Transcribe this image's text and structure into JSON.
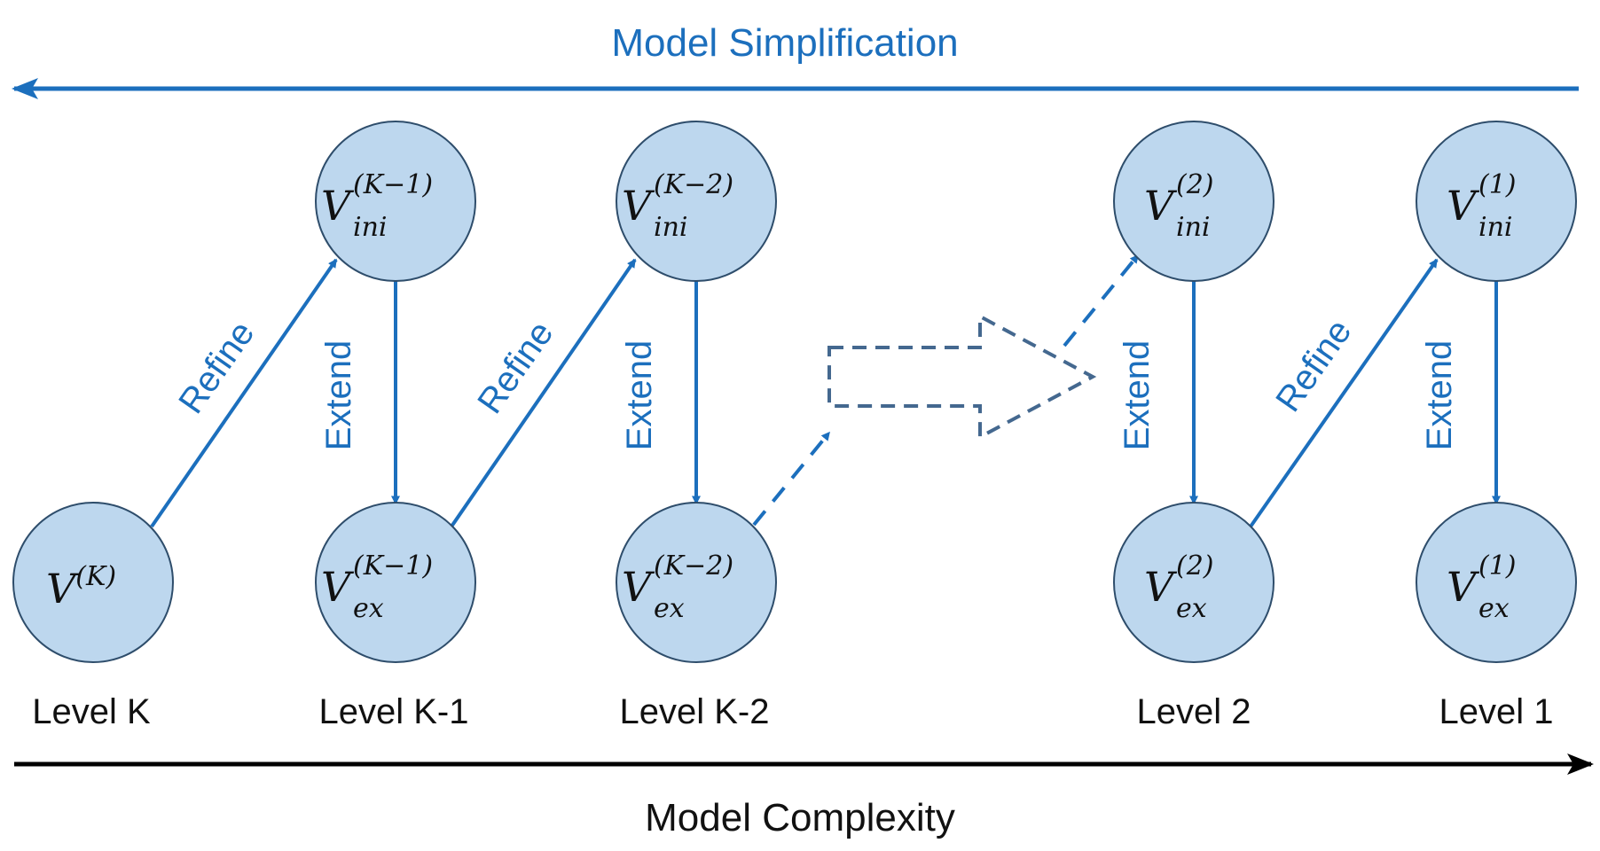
{
  "title_top": "Model Simplification",
  "title_bottom": "Model Complexity",
  "levels": [
    {
      "label": "Level K",
      "top": null,
      "bottom": {
        "base": "V",
        "sup": "(K)",
        "sub": ""
      }
    },
    {
      "label": "Level K-1",
      "top": {
        "base": "V",
        "sup": "(K−1)",
        "sub": "ini"
      },
      "bottom": {
        "base": "V",
        "sup": "(K−1)",
        "sub": "ex"
      }
    },
    {
      "label": "Level K-2",
      "top": {
        "base": "V",
        "sup": "(K−2)",
        "sub": "ini"
      },
      "bottom": {
        "base": "V",
        "sup": "(K−2)",
        "sub": "ex"
      }
    },
    {
      "label": "Level 2",
      "top": {
        "base": "V",
        "sup": "(2)",
        "sub": "ini"
      },
      "bottom": {
        "base": "V",
        "sup": "(2)",
        "sub": "ex"
      }
    },
    {
      "label": "Level 1",
      "top": {
        "base": "V",
        "sup": "(1)",
        "sub": "ini"
      },
      "bottom": {
        "base": "V",
        "sup": "(1)",
        "sub": "ex"
      }
    }
  ],
  "edge_labels": {
    "refine": "Refine",
    "extend": "Extend"
  },
  "colors": {
    "accent": "#1c6fbd",
    "node_fill": "#bdd7ee",
    "node_stroke": "#2e4d6b",
    "dashed": "#44688f",
    "black": "#000000"
  }
}
